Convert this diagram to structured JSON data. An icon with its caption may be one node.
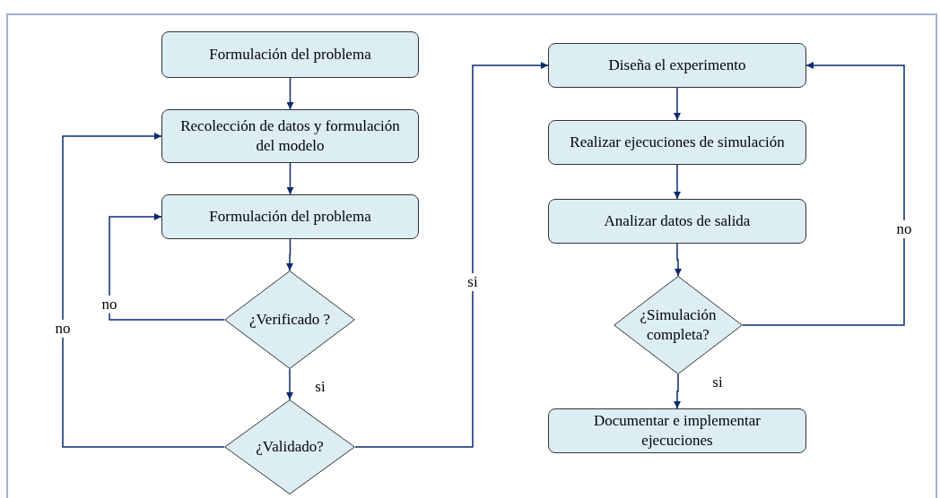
{
  "diagram": {
    "nodes": [
      {
        "text": [
          "Formulación del problema"
        ]
      },
      {
        "text": [
          "Recolección de datos y formulación del modelo"
        ]
      },
      {
        "text": [
          "Formulación del problema"
        ]
      },
      {
        "text": [
          "¿Verificado ?"
        ]
      },
      {
        "text": [
          "¿Validado?"
        ]
      },
      {
        "text": [
          "Diseña el experimento"
        ]
      },
      {
        "text": [
          "Realizar ejecuciones de simulación"
        ]
      },
      {
        "text": [
          "Analizar datos de salida"
        ]
      },
      {
        "text": [
          "¿Simulación completa?"
        ]
      },
      {
        "text": [
          "Documentar e implementar ejecuciones"
        ]
      }
    ],
    "edges": [
      {
        "from": 0,
        "to": 1,
        "arrow": "to"
      },
      {
        "from": 1,
        "to": 2,
        "arrow": "to"
      },
      {
        "from": 2,
        "to": 3,
        "arrow": "to"
      },
      {
        "from": 3,
        "to": 2,
        "arrow": "to",
        "label": "no"
      },
      {
        "from": 3,
        "to": 4,
        "arrow": "to",
        "label": "si"
      },
      {
        "from": 4,
        "to": 1,
        "arrow": "to",
        "label": "no"
      },
      {
        "from": 4,
        "to": 5,
        "arrow": "to",
        "label": "si"
      },
      {
        "from": 5,
        "to": 6,
        "arrow": "to"
      },
      {
        "from": 6,
        "to": 7,
        "arrow": "to"
      },
      {
        "from": 7,
        "to": 8,
        "arrow": "to"
      },
      {
        "from": 8,
        "to": 5,
        "arrow": "to",
        "label": "no"
      },
      {
        "from": 8,
        "to": 9,
        "arrow": "to",
        "label": "si"
      }
    ]
  }
}
